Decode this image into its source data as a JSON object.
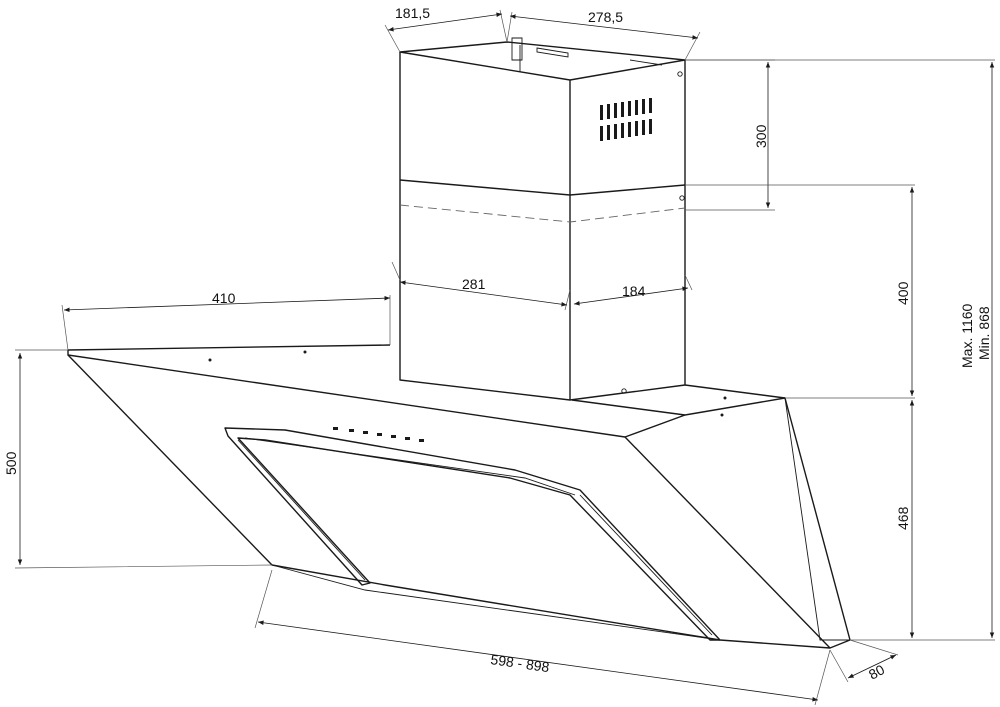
{
  "dimensions": {
    "chimney_depth": "181,5",
    "chimney_width_top": "278,5",
    "upper_chimney_height": "300",
    "lower_chimney_width_front": "281",
    "lower_chimney_width_side": "184",
    "lower_chimney_height": "400",
    "max_height": "Max. 1160",
    "min_height": "Min.  868",
    "hood_depth": "410",
    "hood_height": "500",
    "canopy_height": "468",
    "hood_width": "598 - 898",
    "glass_thickness": "80"
  }
}
